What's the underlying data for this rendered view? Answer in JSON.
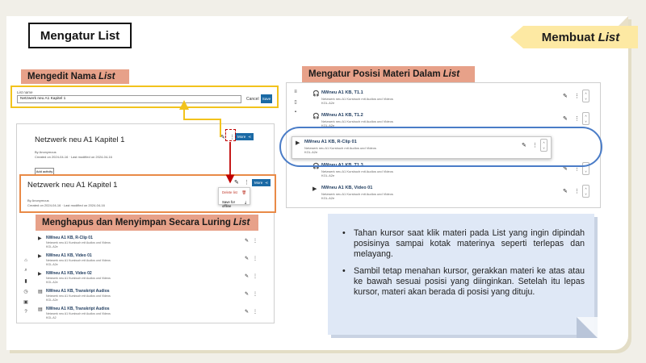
{
  "slide": {
    "title": "Mengatur List",
    "ribbon": {
      "text": "Membuat",
      "emph": "List"
    }
  },
  "labels": {
    "rename": {
      "text": "Mengedit Nama",
      "emph": "List"
    },
    "delete": {
      "text": "Menghapus dan Menyimpan Secara Luring",
      "emph": "List"
    },
    "reorder": {
      "text": "Mengatur Posisi Materi Dalam",
      "emph": "List"
    }
  },
  "rename_dialog": {
    "label": "List name",
    "value": "Netzwerk neu A1 Kapitel 1",
    "cancel": "Cancel",
    "save": "Save"
  },
  "list_page": {
    "title": "Netzwerk neu A1 Kapitel 1",
    "author": "By Anonymous",
    "meta": "Created on 2024-04-16 · Last modified on 2024-04-16",
    "add_button": "Add activity",
    "more_button": "More"
  },
  "list_page_front": {
    "title": "Netzwerk neu A1 Kapitel 1",
    "author": "By Anonymous",
    "meta": "Created on 2024-04-16 · Last modified on 2024-04-16",
    "more_button": "More",
    "menu": {
      "delete": "Delete list",
      "offline": "Save for offline"
    }
  },
  "left_items": [
    {
      "name": "NWneu A1 KB, R-Clip 01",
      "d1": "Netzwerk neu A1 Kursbuch mit Audios und Videos",
      "d2": "KGL.A2e"
    },
    {
      "name": "NWneu A1 KB, Video 01",
      "d1": "Netzwerk neu A1 Kursbuch mit Audios und Videos",
      "d2": "KGL.A2e"
    },
    {
      "name": "NWneu A1 KB, Video 02",
      "d1": "Netzwerk neu A1 Kursbuch mit Audios und Videos",
      "d2": "KGL.A2e"
    },
    {
      "name": "NWneu A1 KB, Transkript Audios",
      "d1": "Netzwerk neu A1 Kursbuch mit Audios und Videos",
      "d2": "KGL.A2e"
    },
    {
      "name": "NWneu A1 KB, Transkript Audios",
      "d1": "Netzwerk neu A1 Kursbuch mit Audios und Videos",
      "d2": "KGL.A2"
    }
  ],
  "right_items": [
    {
      "name": "NWneu A1 KB, T1.1",
      "d1": "Netzwerk neu A1 Kursbuch mit Audios und Videos",
      "d2": "KGL.A2e",
      "icon": "🎧"
    },
    {
      "name": "NWneu A1 KB, T1.2",
      "d1": "Netzwerk neu A1 Kursbuch mit Audios und Videos",
      "d2": "KGL.A2e",
      "icon": "🎧"
    },
    {
      "name": "NWneu A1 KB, R-Clip 01",
      "d1": "Netzwerk neu A1 Kursbuch mit Audios und Videos",
      "d2": "KGL.A2e",
      "icon": "▶"
    },
    {
      "name": "NWneu A1 KB, T1.3",
      "d1": "Netzwerk neu A1 Kursbuch mit Audios und Videos",
      "d2": "KGL.A2e",
      "icon": "🎧"
    },
    {
      "name": "NWneu A1 KB, Video 01",
      "d1": "Netzwerk neu A1 Kursbuch mit Audios und Videos",
      "d2": "KGL.A2e",
      "icon": "▶"
    }
  ],
  "notes": [
    "Tahan kursor saat klik materi pada List yang ingin dipindah posisinya sampai kotak materinya seperti terlepas dan melayang.",
    "Sambil tetap menahan kursor, gerakkan materi ke atas atau ke bawah sesuai posisi yang diinginkan. Setelah itu lepas kursor, materi akan berada di posisi yang dituju."
  ],
  "colors": {
    "accent_blue": "#1b6aa5",
    "salmon": "#e7a189",
    "ribbon": "#fde9a3",
    "note_bg": "#dfe8f6"
  }
}
